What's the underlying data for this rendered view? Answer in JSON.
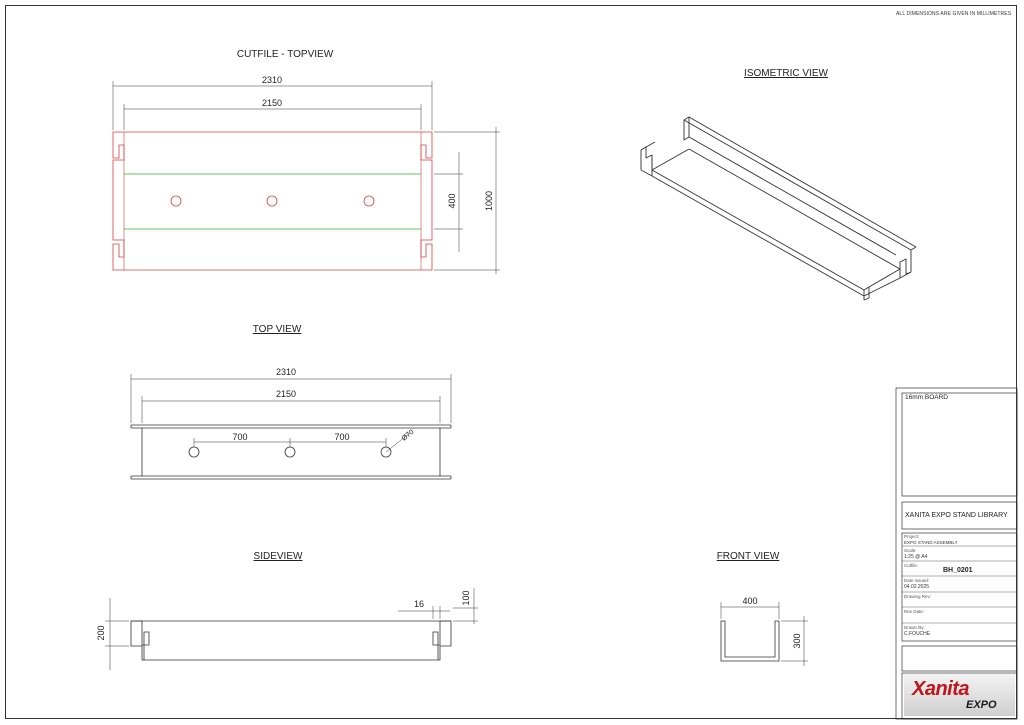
{
  "note": "ALL DIMENSIONS ARE GIVEN IN MILLIMETRES",
  "views": {
    "cutfile": "CUTFILE - TOPVIEW",
    "isometric": "ISOMETRIC VIEW",
    "top": "TOP VIEW",
    "side": "SIDEVIEW",
    "front": "FRONT VIEW"
  },
  "dims": {
    "cut_overall": "2310",
    "cut_inner": "2150",
    "cut_slot": "400",
    "cut_height": "1000",
    "top_overall": "2310",
    "top_inner": "2150",
    "top_pitch1": "700",
    "top_pitch2": "700",
    "top_hole": "Ø70",
    "side_thickness": "16",
    "side_notch": "100",
    "side_height": "200",
    "front_width": "400",
    "front_height": "300"
  },
  "colors": {
    "cut_outline": "#d84040",
    "fold_line": "#2bb52b",
    "line": "#333333",
    "brand_red": "#c0161b"
  },
  "title_block": {
    "material": "16mm BOARD",
    "library": "XANITA EXPO STAND LIBRARY",
    "project_label": "Project:",
    "project_value": "EXPO STAND ASSEMBLY",
    "scale_label": "Scale:",
    "scale_value": "1:25 @ A4",
    "cutfile_label": "Cutfile:",
    "cutfile_value": "BH_0201",
    "date_label": "Date issued:",
    "date_value": "04.02.2025",
    "drawing_rev_label": "Drawing Rev:",
    "rev_date_label": "Rev Date:",
    "drawn_label": "Drawn By:",
    "drawn_value": "C.FOUCHE"
  },
  "logo": {
    "main": "Xanita",
    "sub": "EXPO"
  }
}
